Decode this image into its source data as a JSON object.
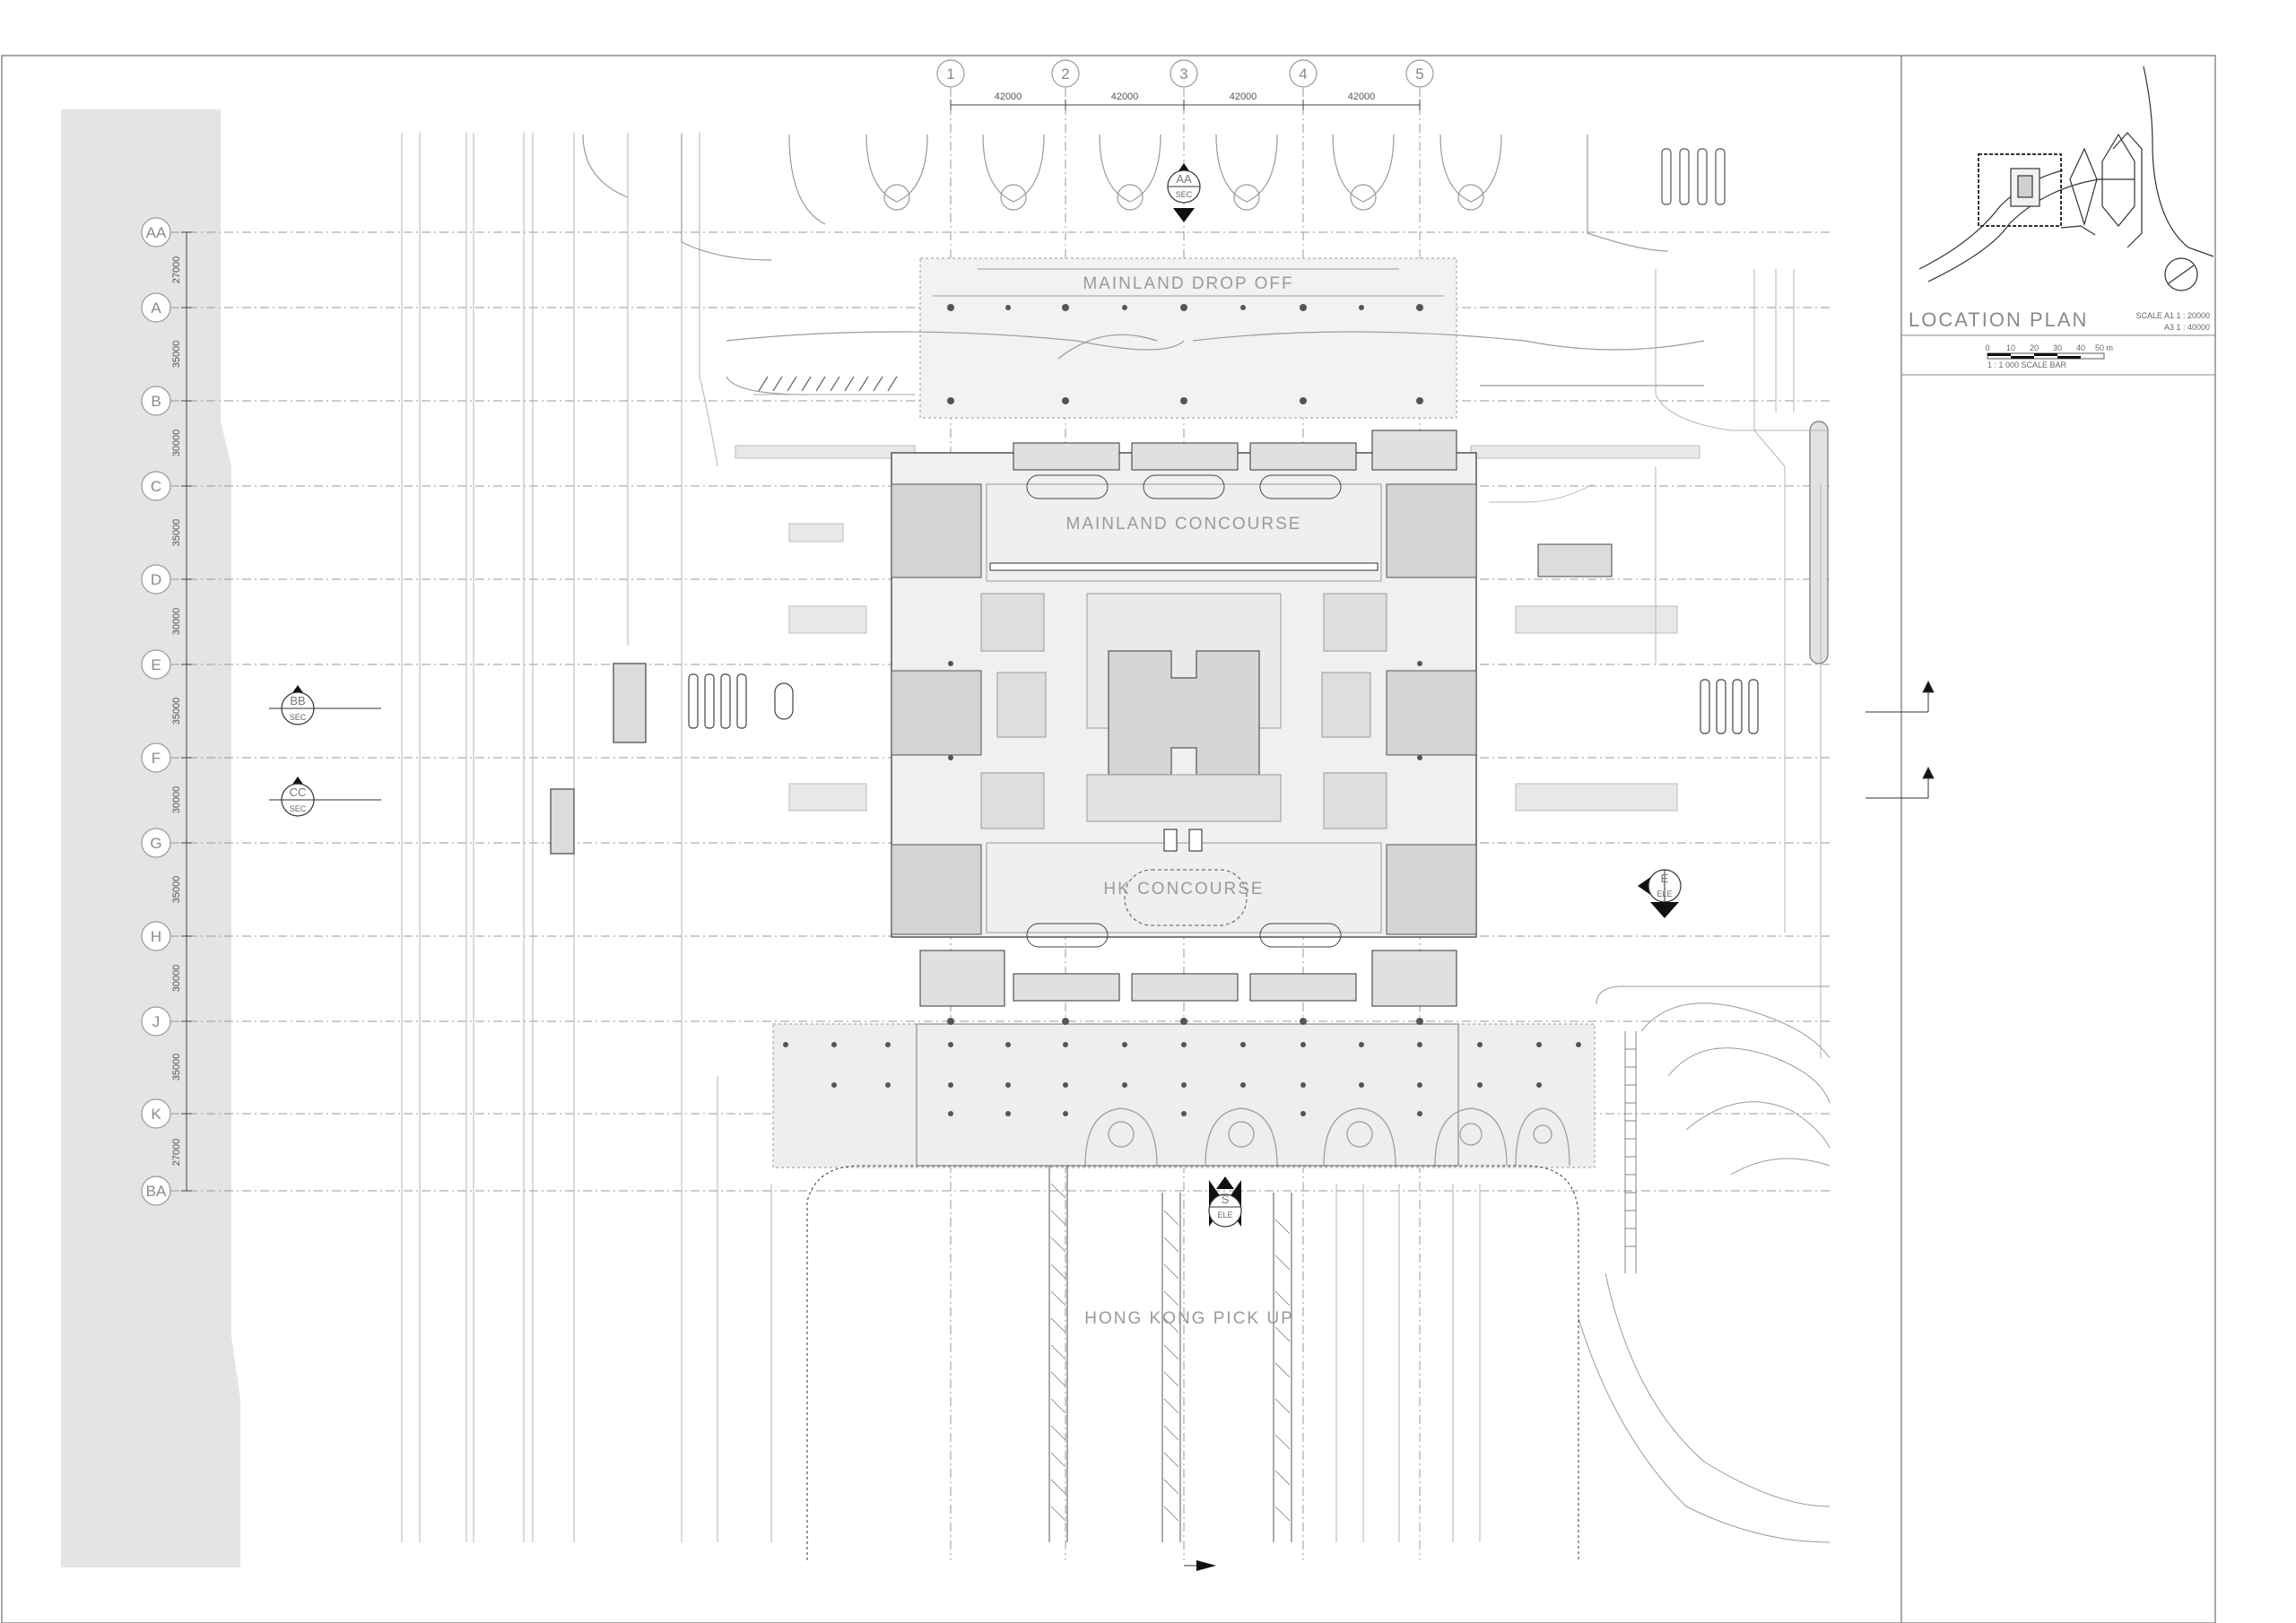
{
  "drawing": {
    "labels": {
      "mainland_drop_off": "MAINLAND DROP OFF",
      "mainland_concourse": "MAINLAND CONCOURSE",
      "hk_concourse": "HK CONCOURSE",
      "hong_kong_pick_up": "HONG KONG PICK UP"
    },
    "column_grid": {
      "labels": [
        "1",
        "2",
        "3",
        "4",
        "5"
      ],
      "spacings": [
        "42000",
        "42000",
        "42000",
        "42000"
      ]
    },
    "row_grid": {
      "labels": [
        "AA",
        "A",
        "B",
        "C",
        "D",
        "E",
        "F",
        "G",
        "H",
        "J",
        "K",
        "BA"
      ],
      "spacings": [
        "27000",
        "35000",
        "30000",
        "35000",
        "30000",
        "35000",
        "30000",
        "35000",
        "30000",
        "35000",
        "27000"
      ]
    },
    "section_markers": [
      {
        "id": "AA",
        "type": "SEC"
      },
      {
        "id": "BB",
        "type": "SEC"
      },
      {
        "id": "CC",
        "type": "SEC"
      },
      {
        "id": "E",
        "type": "ELE"
      },
      {
        "id": "S",
        "type": "ELE"
      }
    ]
  },
  "location_plan": {
    "title": "LOCATION PLAN",
    "scale_a1": "SCALE A1 1 : 20000",
    "scale_a3": "A3 1 : 40000",
    "scale_bar_ticks": [
      "0",
      "10",
      "20",
      "30",
      "40",
      "50 m"
    ],
    "scale_bar_caption": "1 : 1 000 SCALE BAR"
  },
  "colors": {
    "line": "#9a9a9a",
    "dark_line": "#333333",
    "fill_grey": "#d4d4d4",
    "fill_light": "#ececec",
    "sidebar": "#e4e4e4"
  }
}
